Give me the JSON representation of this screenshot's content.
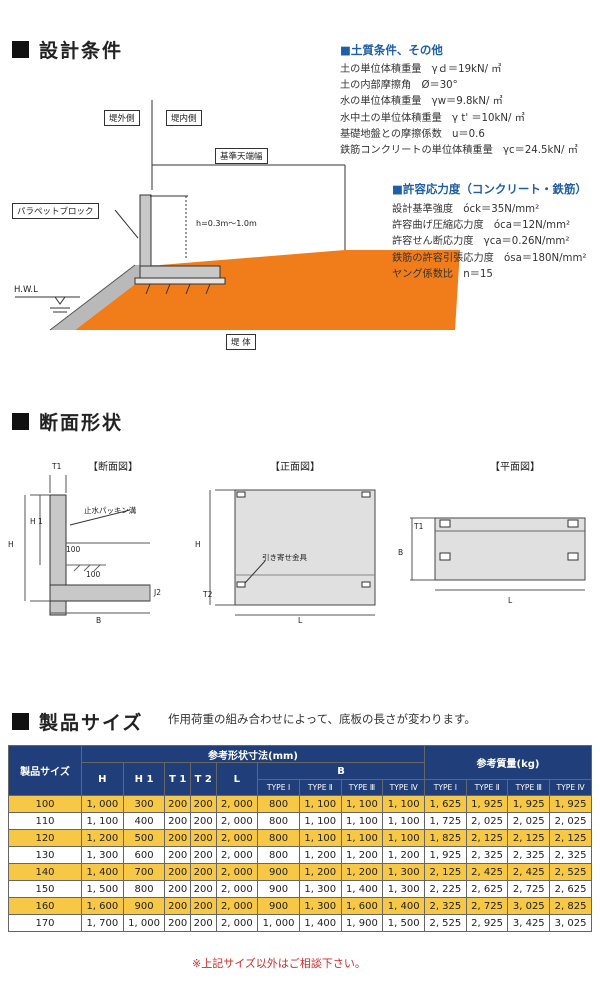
{
  "section1": {
    "title": "設計条件",
    "soil_head": "■土質条件、その他",
    "soil_lines": [
      "土の単位体積重量　γｄ＝19kN/ ㎥",
      "土の内部摩擦角　Ø＝30°",
      "水の単位体積重量　γw＝9.8kN/ ㎥",
      "水中土の単位体積重量　γ t' ＝10kN/ ㎥",
      "基礎地盤との摩擦係数　u＝0.6",
      "鉄筋コンクリートの単位体積重量　γc＝24.5kN/ ㎥"
    ],
    "stress_head": "■許容応力度（コンクリート・鉄筋）",
    "stress_lines": [
      "設計基準強度　óck＝35N/mm²",
      "許容曲げ圧縮応力度　óca＝12N/mm²",
      "許容せん断応力度　γca＝0.26N/mm²",
      "鉄筋の許容引張応力度　ósa＝180N/mm²",
      "ヤング係数比　n＝15"
    ],
    "diagram": {
      "outer_side": "堤外側",
      "inner_side": "堤内側",
      "crest_width": "基準天端幅",
      "parapet": "パラペットブロック",
      "height_range": "h=0.3m～1.0m",
      "hwl": "H.W.L",
      "embankment": "堤 体"
    }
  },
  "section2": {
    "title": "断面形状",
    "cross_label": "【断面図】",
    "front_label": "【正面図】",
    "plan_label": "【平面図】",
    "cross": {
      "t1": "T1",
      "h1": "H 1",
      "h": "H",
      "b": "B",
      "j2": "J2",
      "packing": "止水パッキン溝",
      "dim100a": "100",
      "dim100b": "100"
    },
    "front": {
      "h": "H",
      "l": "L",
      "t2": "T2",
      "fitting": "引き寄せ金具"
    },
    "plan": {
      "t1": "T1",
      "b": "B",
      "l": "L"
    }
  },
  "section3": {
    "title": "製品サイズ",
    "subtitle": "作用荷重の組み合わせによって、底板の長さが変わります。",
    "table": {
      "col_product": "製品サイズ",
      "col_ref_dims": "参考形状寸法(mm)",
      "col_ref_mass": "参考質量(kg)",
      "dims": [
        "H",
        "H 1",
        "T 1",
        "T 2",
        "L"
      ],
      "b_label": "B",
      "types": [
        "TYPE Ⅰ",
        "TYPE Ⅱ",
        "TYPE Ⅲ",
        "TYPE Ⅳ"
      ],
      "rows": [
        [
          "100",
          "1, 000",
          "300",
          "200",
          "200",
          "2, 000",
          "800",
          "1, 100",
          "1, 100",
          "1, 100",
          "1, 625",
          "1, 925",
          "1, 925",
          "1, 925"
        ],
        [
          "110",
          "1, 100",
          "400",
          "200",
          "200",
          "2, 000",
          "800",
          "1, 100",
          "1, 100",
          "1, 100",
          "1, 725",
          "2, 025",
          "2, 025",
          "2, 025"
        ],
        [
          "120",
          "1, 200",
          "500",
          "200",
          "200",
          "2, 000",
          "800",
          "1, 100",
          "1, 100",
          "1, 100",
          "1, 825",
          "2, 125",
          "2, 125",
          "2, 125"
        ],
        [
          "130",
          "1, 300",
          "600",
          "200",
          "200",
          "2, 000",
          "800",
          "1, 200",
          "1, 200",
          "1, 200",
          "1, 925",
          "2, 325",
          "2, 325",
          "2, 325"
        ],
        [
          "140",
          "1, 400",
          "700",
          "200",
          "200",
          "2, 000",
          "900",
          "1, 200",
          "1, 200",
          "1, 300",
          "2, 125",
          "2, 425",
          "2, 425",
          "2, 525"
        ],
        [
          "150",
          "1, 500",
          "800",
          "200",
          "200",
          "2, 000",
          "900",
          "1, 300",
          "1, 400",
          "1, 300",
          "2, 225",
          "2, 625",
          "2, 725",
          "2, 625"
        ],
        [
          "160",
          "1, 600",
          "900",
          "200",
          "200",
          "2, 000",
          "900",
          "1, 300",
          "1, 600",
          "1, 400",
          "2, 325",
          "2, 725",
          "3, 025",
          "2, 825"
        ],
        [
          "170",
          "1, 700",
          "1, 000",
          "200",
          "200",
          "2, 000",
          "1, 000",
          "1, 400",
          "1, 900",
          "1, 500",
          "2, 525",
          "2, 925",
          "3, 425",
          "3, 025"
        ]
      ]
    },
    "note": "※上記サイズ以外はご相談下さい。"
  },
  "colors": {
    "orange": "#f07d1a",
    "header_blue": "#1f3e7a",
    "row_yellow": "#f6c845",
    "accent_blue": "#1f5fa8",
    "note_red": "#d02b2b"
  }
}
